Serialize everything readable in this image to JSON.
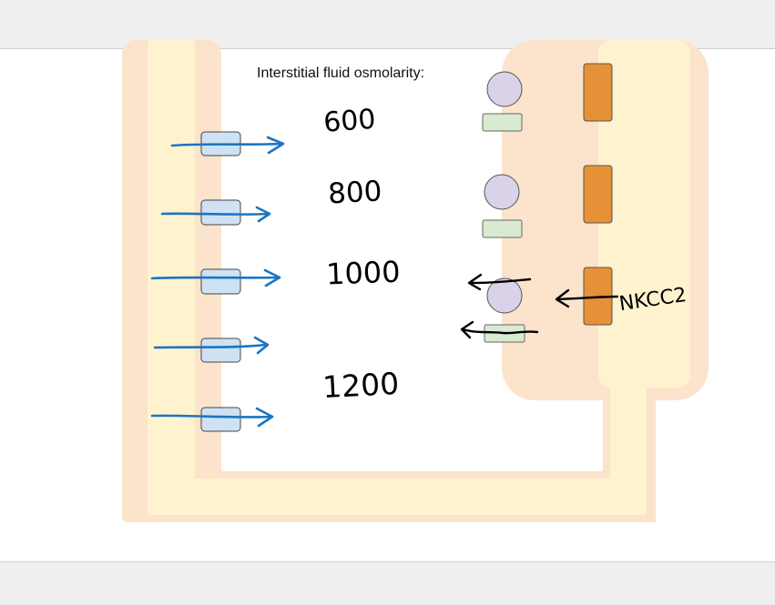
{
  "diagram": {
    "title": "Interstitial fluid osmolarity:",
    "osmolarity_values": [
      "600",
      "800",
      "1000",
      "1200"
    ],
    "transporter_label": "NKCC2",
    "colors": {
      "tubule_outer": "#fbe3cc",
      "tubule_inner": "#fff3cf",
      "aquaporin": "#cfe2f3",
      "channel_green": "#d9ead3",
      "circle_purple": "#d9d2e9",
      "nkcc2_orange": "#e69138",
      "water_arrow": "#1a75c4",
      "ion_arrow": "#000000"
    }
  }
}
